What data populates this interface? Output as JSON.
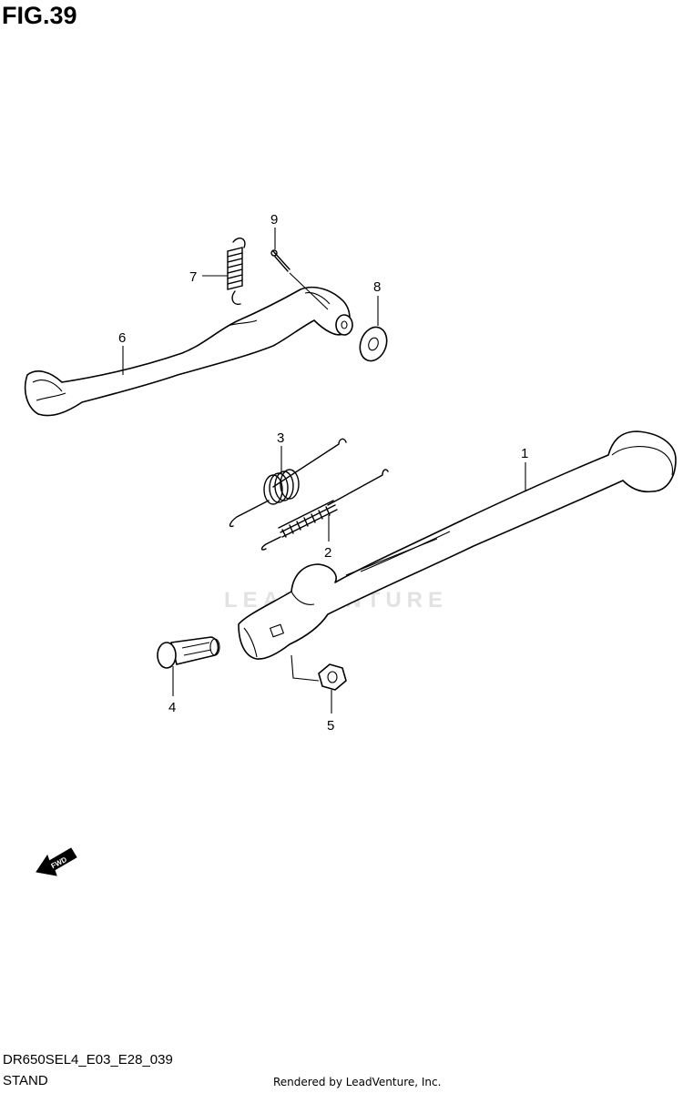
{
  "header": {
    "figure_title": "FIG.39"
  },
  "callouts": [
    {
      "id": "1",
      "label": "1"
    },
    {
      "id": "2",
      "label": "2"
    },
    {
      "id": "3",
      "label": "3"
    },
    {
      "id": "4",
      "label": "4"
    },
    {
      "id": "5",
      "label": "5"
    },
    {
      "id": "6",
      "label": "6"
    },
    {
      "id": "7",
      "label": "7"
    },
    {
      "id": "8",
      "label": "8"
    },
    {
      "id": "9",
      "label": "9"
    }
  ],
  "fwd_arrow": {
    "label": "FWD"
  },
  "watermark": {
    "text": "LEADVENTURE"
  },
  "footer": {
    "diagram_code": "DR650SEL4_E03_E28_039",
    "section_name": "STAND",
    "credit": "Rendered by LeadVenture, Inc."
  }
}
